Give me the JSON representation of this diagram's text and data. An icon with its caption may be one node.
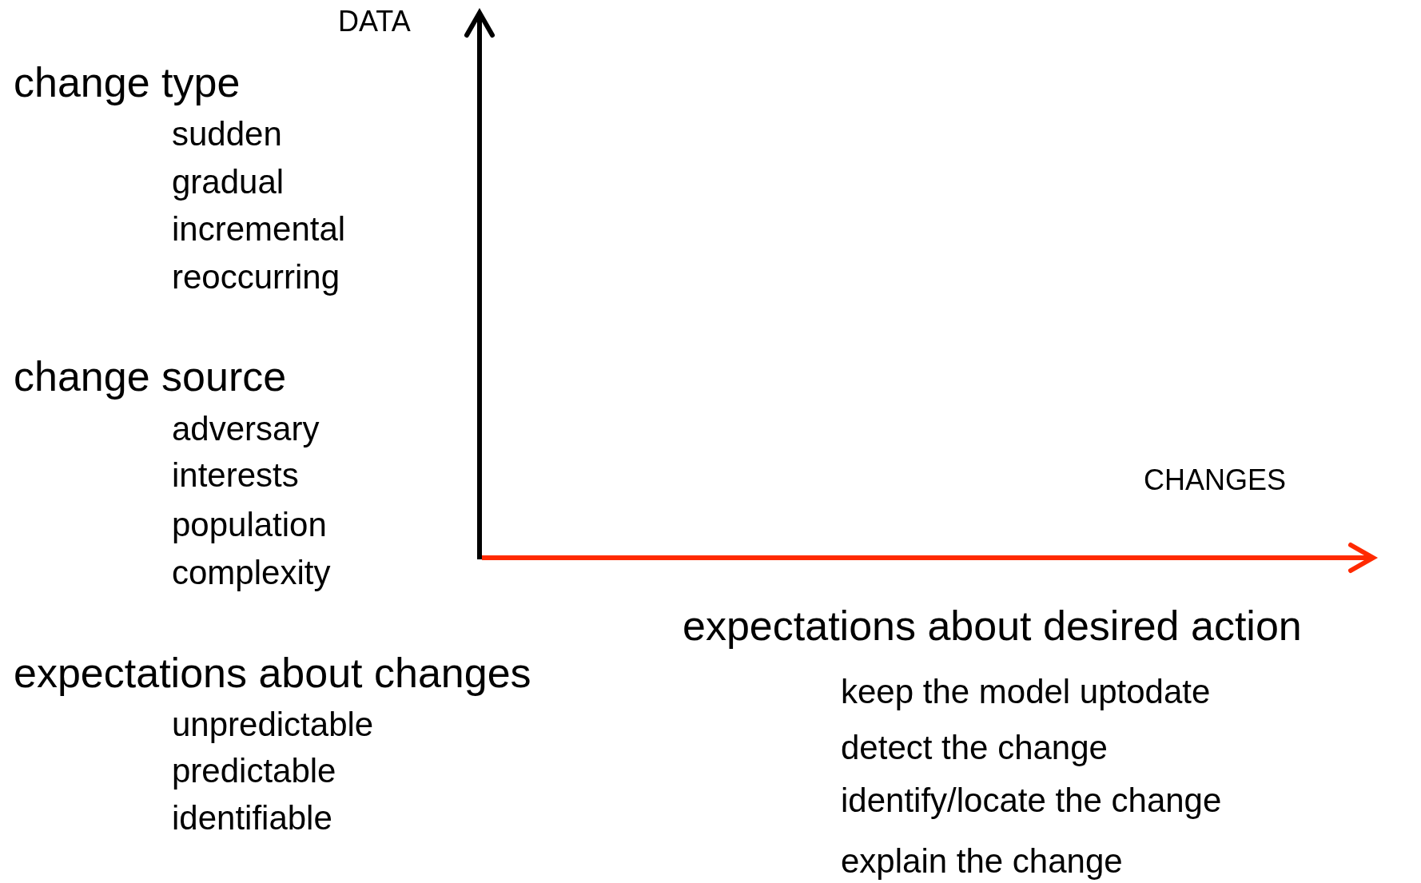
{
  "diagram": {
    "labels": [
      "DATA",
      "change type",
      "sudden",
      "gradual",
      "incremental",
      "reoccurring",
      "change source",
      "adversary",
      "interests",
      "population",
      "complexity",
      "expectations about changes",
      "unpredictable",
      "predictable",
      "identifiable",
      "CHANGES",
      "expectations about desired action",
      "keep the model uptodate",
      "detect the change",
      "identify/locate the change",
      "explain the change"
    ]
  }
}
